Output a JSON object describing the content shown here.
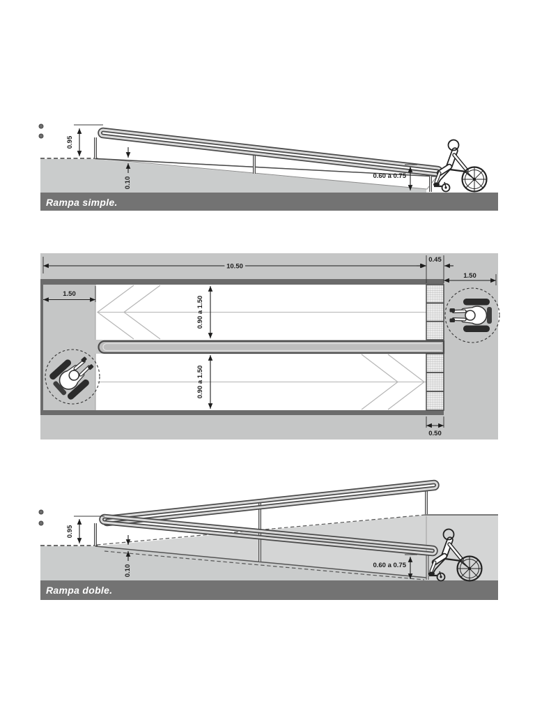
{
  "figure_simple": {
    "caption": "Rampa simple.",
    "dims": {
      "handrail_height": "0.95",
      "curb_height": "0.10",
      "lower_rail_height": "0.60 a 0.75"
    }
  },
  "figure_plan": {
    "dims": {
      "total_length": "10.50",
      "edge_strip": "0.45",
      "landing_left": "1.50",
      "landing_right": "1.50",
      "ramp_width_upper": "0.90 a 1.50",
      "ramp_width_lower": "0.90 a 1.50",
      "tactile_strip": "0.50"
    }
  },
  "figure_doble": {
    "caption": "Rampa doble.",
    "dims": {
      "handrail_height": "0.95",
      "curb_height": "0.10",
      "lower_rail_height": "0.60 a 0.75"
    }
  },
  "colors": {
    "caption_band": "#737373",
    "plan_background": "#c5c6c6",
    "slab_gray": "#cacccc",
    "platform_gray": "#d4d5d5",
    "dark_strip": "#6b6b6b",
    "ramp_surface": "#ffffff",
    "line_dark": "#4a4a4a"
  }
}
